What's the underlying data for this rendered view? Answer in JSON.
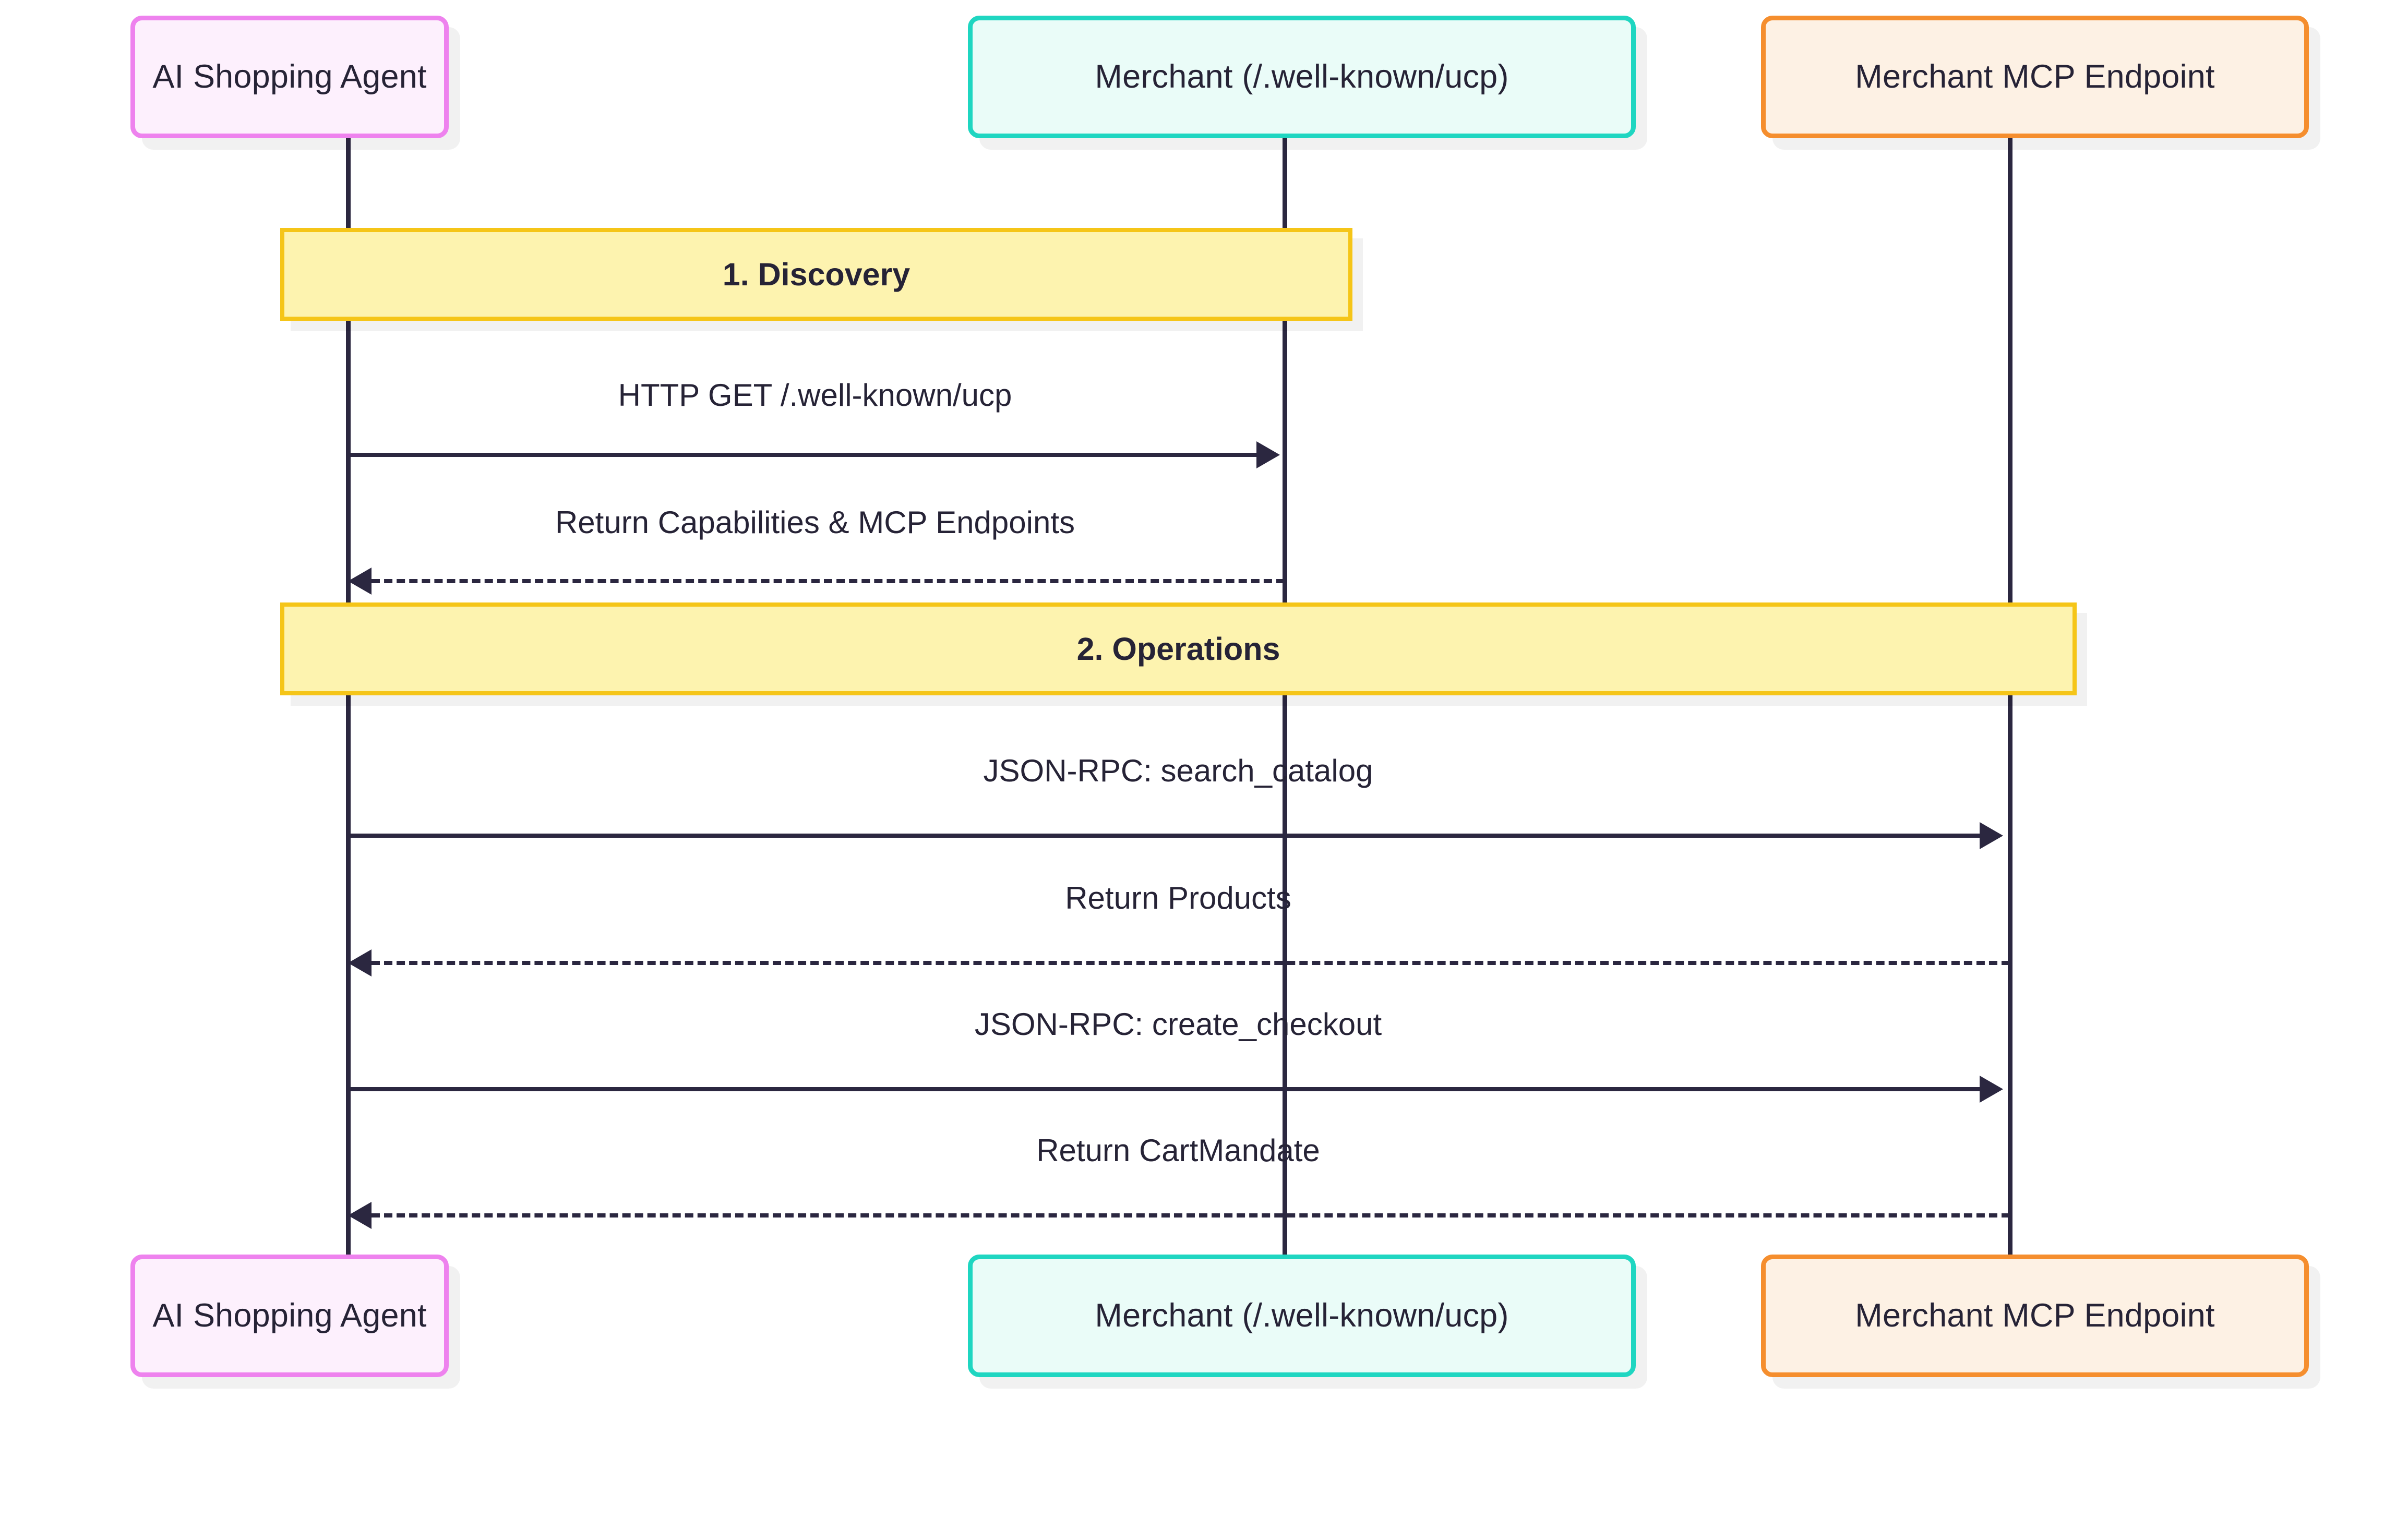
{
  "diagram": {
    "type": "sequence-diagram",
    "title": "",
    "background": "#ffffff",
    "participants": [
      {
        "id": "agent",
        "label": "AI Shopping Agent",
        "border_color": "#EE82EE",
        "fill_color": "#FDF0FD",
        "text_color": "#262336"
      },
      {
        "id": "merchant",
        "label": "Merchant (/.well-known/ucp)",
        "border_color": "#1FD6C1",
        "fill_color": "#EAFCF8",
        "text_color": "#262336"
      },
      {
        "id": "mcp",
        "label": "Merchant MCP Endpoint",
        "border_color": "#F58E2E",
        "fill_color": "#FDF1E4",
        "text_color": "#262336"
      }
    ],
    "sections": [
      {
        "id": "discovery",
        "label": "1. Discovery",
        "border_color": "#F5C518",
        "fill_color": "#FDF3AF"
      },
      {
        "id": "operations",
        "label": "2. Operations",
        "border_color": "#F5C518",
        "fill_color": "#FDF3AF"
      }
    ],
    "messages": [
      {
        "id": "m1",
        "label": "HTTP GET /.well-known/ucp",
        "from": "agent",
        "to": "merchant",
        "style": "solid",
        "direction": "right"
      },
      {
        "id": "m2",
        "label": "Return Capabilities & MCP Endpoints",
        "from": "merchant",
        "to": "agent",
        "style": "dashed",
        "direction": "left"
      },
      {
        "id": "m3",
        "label": "JSON-RPC: search_catalog",
        "from": "agent",
        "to": "mcp",
        "style": "solid",
        "direction": "right"
      },
      {
        "id": "m4",
        "label": "Return Products",
        "from": "mcp",
        "to": "agent",
        "style": "dashed",
        "direction": "left"
      },
      {
        "id": "m5",
        "label": "JSON-RPC: create_checkout",
        "from": "agent",
        "to": "mcp",
        "style": "solid",
        "direction": "right"
      },
      {
        "id": "m6",
        "label": "Return CartMandate",
        "from": "mcp",
        "to": "agent",
        "style": "dashed",
        "direction": "left"
      }
    ],
    "colors": {
      "line": "#2b2740",
      "text": "#262336",
      "shadow": "rgba(0,0,0,0.055)"
    }
  }
}
